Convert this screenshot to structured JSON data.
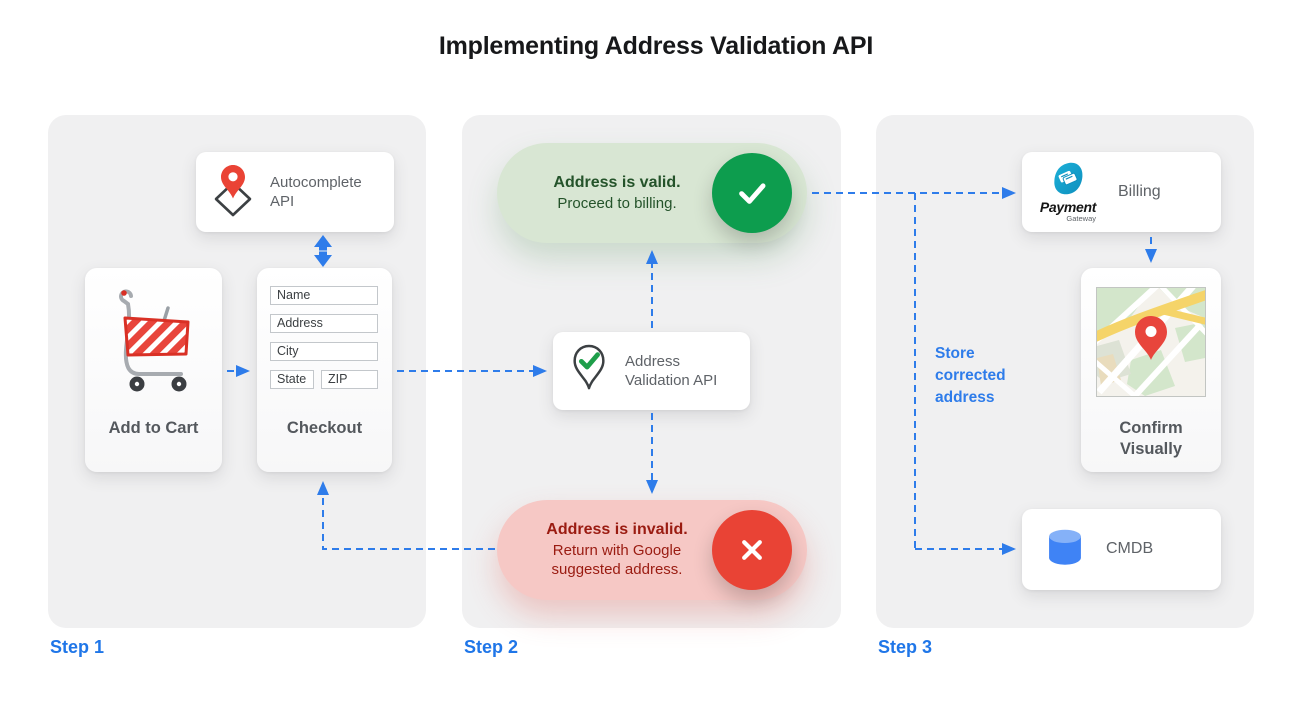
{
  "title": "Implementing Address Validation API",
  "colors": {
    "accent-blue": "#2e7cea",
    "step-blue": "#1f76e8",
    "panel-bg": "#f0f0f1",
    "label-gray": "#5f6368",
    "valid-bg": "#d8e6d3",
    "valid-text": "#24532a",
    "valid-circle": "#0d9d4e",
    "invalid-bg": "#f6c8c5",
    "invalid-text": "#9a1b11",
    "invalid-circle": "#e94335",
    "pin-red": "#ea4335",
    "cmdb-blue": "#3f83f5",
    "logo-teal": "#13a0c5"
  },
  "steps": [
    {
      "label": "Step 1"
    },
    {
      "label": "Step 2"
    },
    {
      "label": "Step 3"
    }
  ],
  "panel1": {
    "autocomplete": {
      "label": "Autocomplete API"
    },
    "add_to_cart": {
      "label": "Add to Cart"
    },
    "checkout": {
      "label": "Checkout",
      "fields": [
        "Name",
        "Address",
        "City",
        "State",
        "ZIP"
      ]
    }
  },
  "panel2": {
    "valid": {
      "title": "Address is valid.",
      "subtitle": "Proceed to billing."
    },
    "validation_api": {
      "label": "Address Validation API"
    },
    "invalid": {
      "title": "Address is invalid.",
      "subtitle": "Return with Google suggested address."
    }
  },
  "panel3": {
    "billing": {
      "label": "Billing",
      "logo_title": "Payment",
      "logo_sub": "Gateway"
    },
    "confirm": {
      "label": "Confirm Visually"
    },
    "note": "Store corrected address",
    "cmdb": {
      "label": "CMDB"
    }
  }
}
